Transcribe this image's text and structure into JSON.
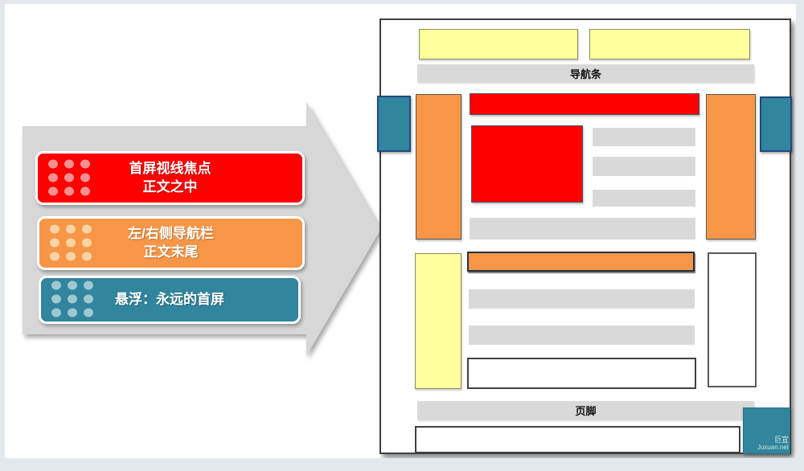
{
  "legend": {
    "items": [
      {
        "name": "first-screen-focus",
        "lines": [
          "首屏视线焦点",
          "正文之中"
        ],
        "color": "#fe0000",
        "dot_color": "#f79191"
      },
      {
        "name": "side-nav-end-of-body",
        "lines": [
          "左/右侧导航栏",
          "正文末尾"
        ],
        "color": "#f79646",
        "dot_color": "#fbd3a5"
      },
      {
        "name": "floating-always-first-screen",
        "lines": [
          "悬浮：永远的首屏",
          ""
        ],
        "color": "#31859c",
        "dot_color": "#9ec8d3"
      }
    ],
    "arrow_color": "#d7d7d7"
  },
  "wireframe": {
    "navbar_label": "导航条",
    "footer_label": "页脚",
    "watermark": {
      "brand": "巨宣",
      "domain": "Juxuan.net"
    },
    "colors": {
      "ad_red": "#fe0000",
      "ad_orange": "#f79646",
      "ad_teal": "#31859c",
      "ad_yellow": "#ffff9e",
      "placeholder_gray": "#d9d9d9",
      "page_border": "#3f3f3f"
    }
  }
}
